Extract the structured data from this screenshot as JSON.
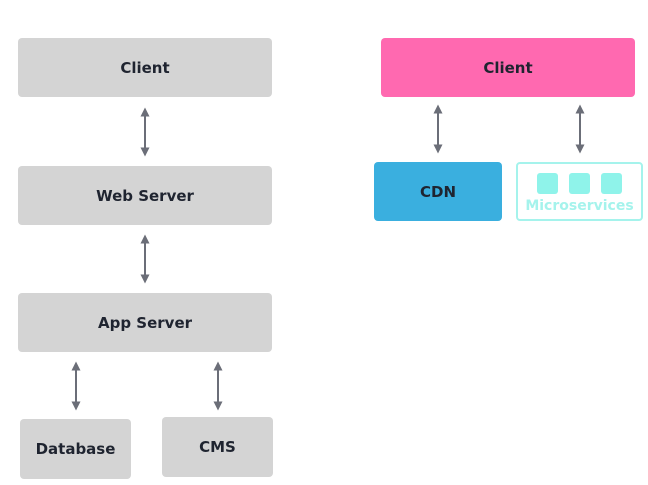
{
  "left_stack": {
    "client": "Client",
    "web_server": "Web Server",
    "app_server": "App Server",
    "database": "Database",
    "cms": "CMS"
  },
  "right_stack": {
    "client": "Client",
    "cdn": "CDN",
    "microservices": "Microservices"
  },
  "colors": {
    "box_grey": "#d4d4d4",
    "client_pink": "#ff69b0",
    "cdn_blue": "#3aafdf",
    "microservices_teal": "#8ff3ea",
    "arrow": "#6b6e78"
  }
}
